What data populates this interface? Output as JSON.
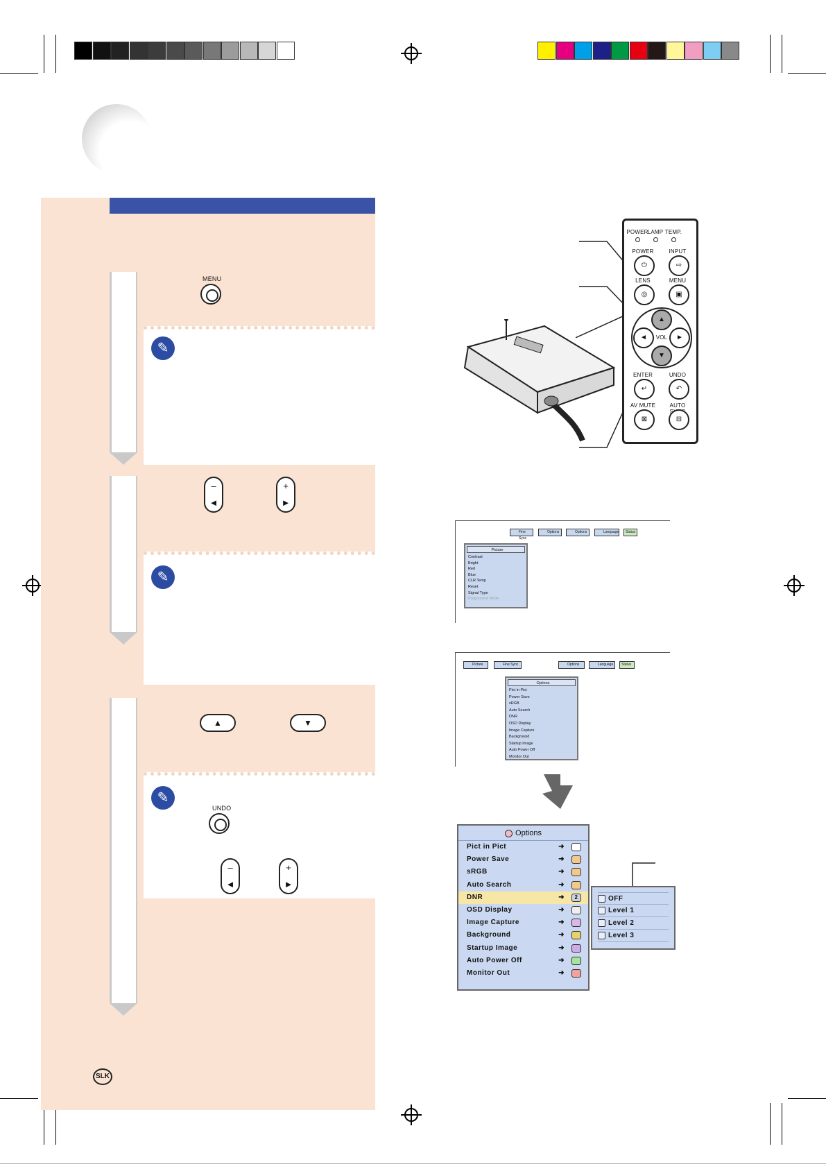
{
  "colors": {
    "panel_bg": "#fbe3d3",
    "blue_bar": "#3b53a6",
    "menu_bg": "#cad8f1",
    "selected_row": "#f7e7a6",
    "gray_bar": [
      "#000000",
      "#111111",
      "#222222",
      "#333333",
      "#3c3c3c",
      "#4a4a4a",
      "#5a5a5a",
      "#787878",
      "#9c9c9c",
      "#b8b8b8",
      "#d6d6d6",
      "#ffffff"
    ],
    "color_bar": [
      "#fff000",
      "#e4007f",
      "#00a0e9",
      "#1d2088",
      "#009944",
      "#e60012",
      "#231815",
      "#fff799",
      "#f19ec2",
      "#7ecef4",
      "#898989"
    ]
  },
  "steps": {
    "step1": {
      "menu_button_label": "MENU"
    },
    "step3": {
      "undo_button_label": "UNDO"
    }
  },
  "button_glyphs": {
    "left": "–\n◄",
    "right": "+\n►",
    "up": "▲",
    "down": "▼"
  },
  "remote": {
    "indicators": [
      "POWER",
      "LAMP",
      "TEMP."
    ],
    "buttons": {
      "power": "POWER",
      "input": "INPUT",
      "lens": "LENS",
      "menu": "MENU",
      "vol": "VOL",
      "enter": "ENTER",
      "undo": "UNDO",
      "av_mute": "AV MUTE",
      "auto_sync": "AUTO SYNC"
    }
  },
  "screen1": {
    "tabs": [
      "Fine Sync",
      "Options",
      "Options",
      "Language",
      "Status"
    ],
    "menu_title": "Picture",
    "rows": [
      "Contrast",
      "Bright",
      "Red",
      "Blue",
      "CLR Temp",
      "Reset",
      "Signal Type",
      "Progressive Mode"
    ]
  },
  "screen2": {
    "tabs": [
      "Picture",
      "Fine Sync",
      "Options",
      "Language",
      "Status"
    ],
    "menu_title": "Options",
    "rows": [
      "Pict in Pict",
      "Power Save",
      "sRGB",
      "Auto Search",
      "DNR",
      "OSD Display",
      "Image Capture",
      "Background",
      "Startup Image",
      "Auto Power Off",
      "Monitor Out"
    ]
  },
  "options_menu": {
    "title": "Options",
    "rows": [
      {
        "label": "Pict in Pict",
        "value": ""
      },
      {
        "label": "Power Save",
        "value": ""
      },
      {
        "label": "sRGB",
        "value": ""
      },
      {
        "label": "Auto Search",
        "value": ""
      },
      {
        "label": "DNR",
        "value": "2"
      },
      {
        "label": "OSD Display",
        "value": ""
      },
      {
        "label": "Image Capture",
        "value": ""
      },
      {
        "label": "Background",
        "value": ""
      },
      {
        "label": "Startup Image",
        "value": ""
      },
      {
        "label": "Auto Power Off",
        "value": ""
      },
      {
        "label": "Monitor Out",
        "value": ""
      }
    ],
    "selected": "DNR"
  },
  "dnr_menu": {
    "options": [
      "OFF",
      "Level 1",
      "Level 2",
      "Level 3"
    ]
  },
  "footer": {
    "logo": "SLK"
  }
}
